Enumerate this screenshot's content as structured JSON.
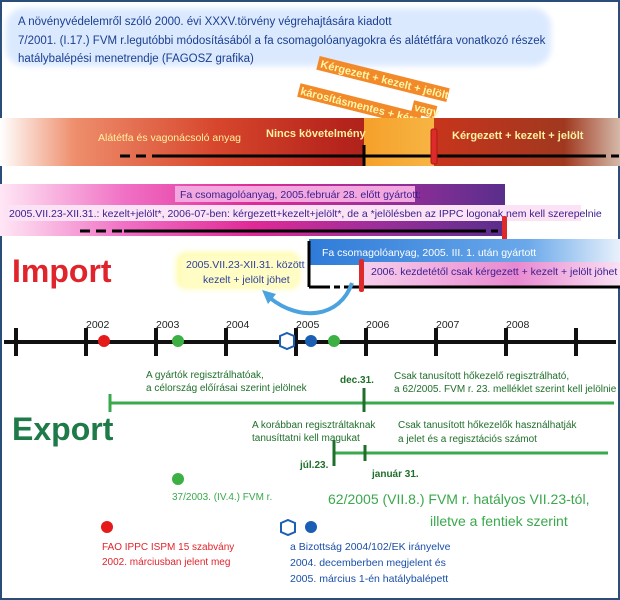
{
  "header": {
    "line1": "A növényvédelemről szóló 2000. évi XXXV.törvény végrehajtására kiadott",
    "line2": "7/2001. (I.17.) FVM r.legutóbbi módosításából a fa csomagolóanyagokra és alátétfára vonatkozó részek",
    "line3": "hatálybalépési menetrendje (FAGOSZ grafika)"
  },
  "import": {
    "title": "Import",
    "row1": {
      "left_label": "Alátétfa és vagonácsoló anyag",
      "mid_label": "Nincs követelmény",
      "right_label": "Kérgezett + kezelt + jelölt",
      "rotated_1": "Kérgezett + kezelt + jelölt",
      "rotated_2": "vagy",
      "rotated_3": "károsításmentes + kérgezett"
    },
    "row2": {
      "header": "Fa csomagolóanyag, 2005.február 28. előtt gyártott:",
      "body": "2005.VII.23-XII.31.: kezelt+jelölt*, 2006-07-ben: kérgezett+kezelt+jelölt*, de a *jelölésben az IPPC logonak nem kell szerepelnie"
    },
    "row3": {
      "header": "Fa csomagolóanyag, 2005. III. 1. után gyártott",
      "body": "2006. kezdetétől csak kérgezett + kezelt + jelölt jöhet"
    },
    "callout": {
      "line1": "2005.VII.23-XII.31. között",
      "line2": "kezelt + jelölt jöhet"
    }
  },
  "timeline": {
    "years": [
      "2002",
      "2003",
      "2004",
      "2005",
      "2006",
      "2007",
      "2008"
    ]
  },
  "export": {
    "title": "Export",
    "note1_line1": "A gyártók regisztrálhatóak,",
    "note1_line2": "a célország előírásai szerint jelölnek",
    "date1": "dec.31.",
    "note2_line1": "Csak tanusított hőkezelő regisztrálható,",
    "note2_line2": "a 62/2005. FVM r. 23. melléklet szerint kell jelölnie",
    "note3_line1": "A korábban regisztráltaknak",
    "note3_line2": "tanusíttatni kell magukat",
    "note4_line1": "Csak tanusított hőkezelők használhatják",
    "note4_line2": "a jelet és a regisztációs számot",
    "date2": "júl.23.",
    "date3": "január 31."
  },
  "legend": {
    "green_dot": "37/2003. (IV.4.) FVM r.",
    "big_line1": "62/2005 (VII.8.) FVM r. hatályos VII.23-tól,",
    "big_line2": "illetve a fentiek szerint",
    "red_dot_line1": "FAO IPPC ISPM 15 szabvány",
    "red_dot_line2": "2002. márciusban jelent meg",
    "blue_line1": "a Bizottság 2004/102/EK irányelve",
    "blue_line2": "2004. decemberben megjelent és",
    "blue_line3": "2005. március 1-én hatálybalépett"
  },
  "colors": {
    "import_title": "#e0242c",
    "export_title": "#1f7a49",
    "export_line": "#3aa84c",
    "timeline_line": "#111111",
    "red_dot": "#e51b1b",
    "green_dot": "#3cb043",
    "blue_dot": "#1a5fb4",
    "marker_red": "#dd2a2a",
    "bracket_blue": "#4aa3df"
  }
}
